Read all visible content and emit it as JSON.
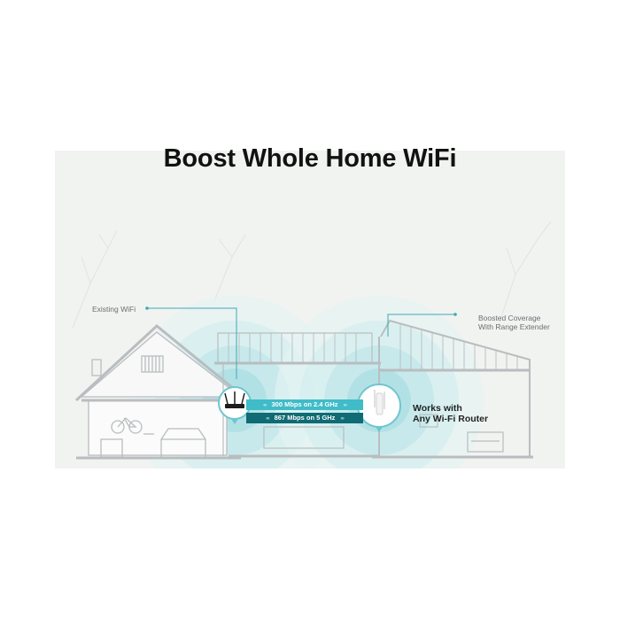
{
  "title": "Boost Whole Home WiFi",
  "callouts": {
    "existing_wifi": "Existing WiFi",
    "boosted_line1": "Boosted Coverage",
    "boosted_line2": "With Range Extender"
  },
  "speeds": {
    "band_24": "300 Mbps on 2.4 GHz",
    "band_5": "867 Mbps on 5 GHz",
    "left_chevrons": "‹‹‹",
    "right_chevrons": "›››"
  },
  "compatibility": {
    "line1": "Works with",
    "line2": "Any Wi-Fi Router"
  },
  "colors": {
    "panel_bg": "#f1f3f1",
    "accent_light": "#3fbcc8",
    "accent_dark": "#0f6b74",
    "signal": "#bfe6ea",
    "line_art": "#b9bdbf"
  },
  "icons": [
    "router-icon",
    "range-extender-icon",
    "house-illustration",
    "wifi-signal-rings"
  ]
}
